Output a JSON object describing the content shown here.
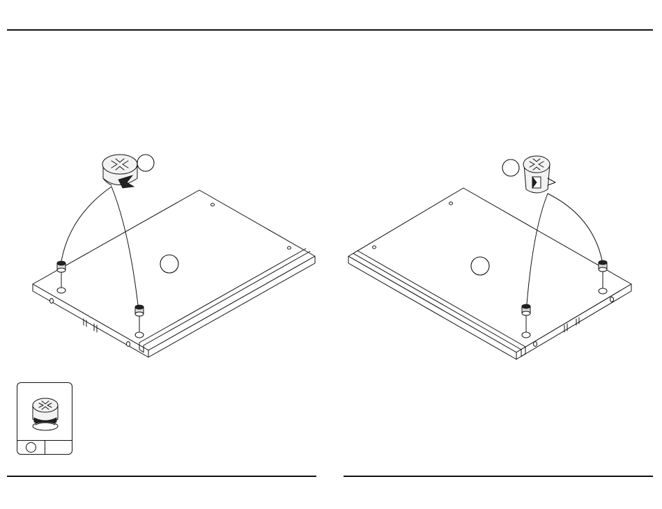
{
  "page": {
    "title": "",
    "step_number": ""
  },
  "panels": [
    {
      "id": "left",
      "panel_callout_label": "",
      "hardware_callout_label": "",
      "hardware_icon": "cam-lock-icon",
      "hardware_count": 2
    },
    {
      "id": "right",
      "panel_callout_label": "",
      "hardware_callout_label": "",
      "hardware_icon": "cam-lock-icon",
      "hardware_count": 2
    }
  ],
  "parts_box": {
    "part_icon": "cam-lock-icon",
    "part_label": "",
    "quantity": ""
  },
  "colors": {
    "line": "#111111",
    "background": "#ffffff",
    "hardware_fill": "#d9d9d9"
  }
}
